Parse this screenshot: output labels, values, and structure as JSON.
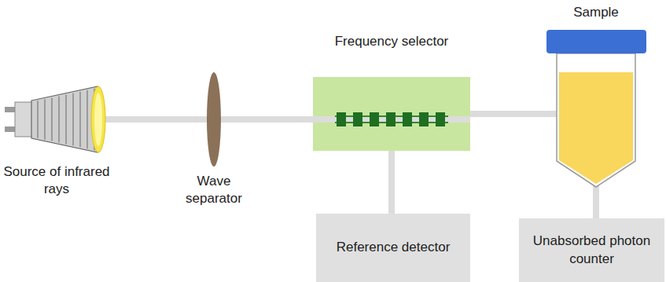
{
  "diagram": {
    "nodes": [
      {
        "text": [
          "Frequency selector"
        ]
      },
      {
        "text": [
          "Sample"
        ]
      },
      {
        "text": [
          "Reference detector"
        ]
      },
      {
        "text": [
          "Unabsorbed photon counter"
        ]
      }
    ],
    "edges": [
      {
        "from": 0,
        "to": 1,
        "arrow": "none"
      },
      {
        "from": 0,
        "to": 2,
        "arrow": "none"
      },
      {
        "from": 1,
        "to": 3,
        "arrow": "none"
      }
    ],
    "labels": [
      "Source of infrared rays",
      "Wave separator"
    ]
  }
}
